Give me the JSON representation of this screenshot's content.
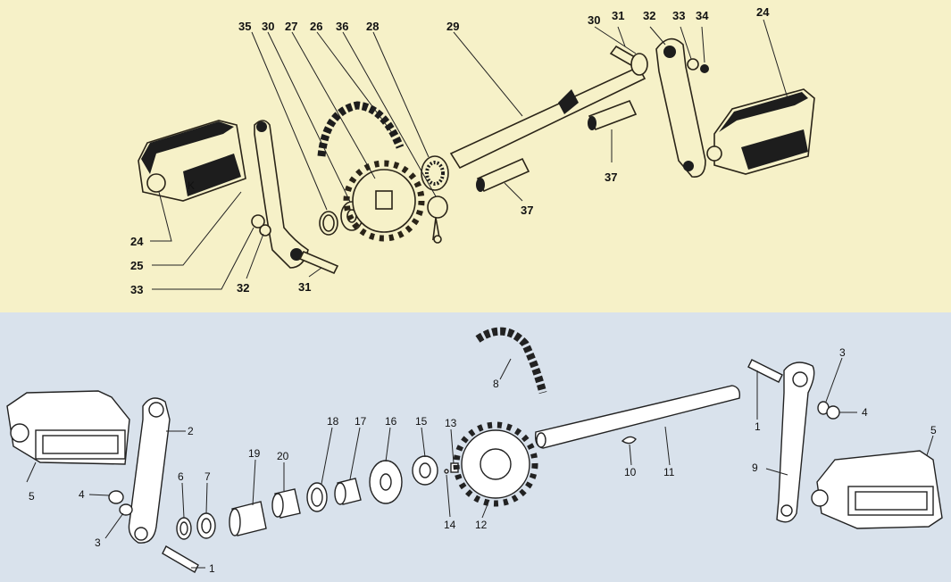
{
  "top_diagram": {
    "callouts": [
      {
        "id": "t35",
        "text": "35"
      },
      {
        "id": "t30a",
        "text": "30"
      },
      {
        "id": "t27",
        "text": "27"
      },
      {
        "id": "t26",
        "text": "26"
      },
      {
        "id": "t36",
        "text": "36"
      },
      {
        "id": "t28",
        "text": "28"
      },
      {
        "id": "t29",
        "text": "29"
      },
      {
        "id": "t30b",
        "text": "30"
      },
      {
        "id": "t31a",
        "text": "31"
      },
      {
        "id": "t32a",
        "text": "32"
      },
      {
        "id": "t33a",
        "text": "33"
      },
      {
        "id": "t34",
        "text": "34"
      },
      {
        "id": "t24a",
        "text": "24"
      },
      {
        "id": "t37a",
        "text": "37"
      },
      {
        "id": "t37b",
        "text": "37"
      },
      {
        "id": "t24b",
        "text": "24"
      },
      {
        "id": "t25",
        "text": "25"
      },
      {
        "id": "t33b",
        "text": "33"
      },
      {
        "id": "t32b",
        "text": "32"
      },
      {
        "id": "t31b",
        "text": "31"
      }
    ],
    "pedal_marking": "K"
  },
  "bottom_diagram": {
    "callouts": [
      {
        "id": "b8",
        "text": "8"
      },
      {
        "id": "b2",
        "text": "2"
      },
      {
        "id": "b4a",
        "text": "4"
      },
      {
        "id": "b5a",
        "text": "5"
      },
      {
        "id": "b3a",
        "text": "3"
      },
      {
        "id": "b6",
        "text": "6"
      },
      {
        "id": "b7",
        "text": "7"
      },
      {
        "id": "b1a",
        "text": "1"
      },
      {
        "id": "b19",
        "text": "19"
      },
      {
        "id": "b20",
        "text": "20"
      },
      {
        "id": "b18",
        "text": "18"
      },
      {
        "id": "b17",
        "text": "17"
      },
      {
        "id": "b16",
        "text": "16"
      },
      {
        "id": "b15",
        "text": "15"
      },
      {
        "id": "b13",
        "text": "13"
      },
      {
        "id": "b14",
        "text": "14"
      },
      {
        "id": "b12",
        "text": "12"
      },
      {
        "id": "b10",
        "text": "10"
      },
      {
        "id": "b11",
        "text": "11"
      },
      {
        "id": "b1b",
        "text": "1"
      },
      {
        "id": "b3b",
        "text": "3"
      },
      {
        "id": "b4b",
        "text": "4"
      },
      {
        "id": "b9",
        "text": "9"
      },
      {
        "id": "b5b",
        "text": "5"
      }
    ]
  },
  "colors": {
    "top_background": "#f6f1c8",
    "bottom_background": "#d9e2ec",
    "ink": "#1d1d1d"
  }
}
